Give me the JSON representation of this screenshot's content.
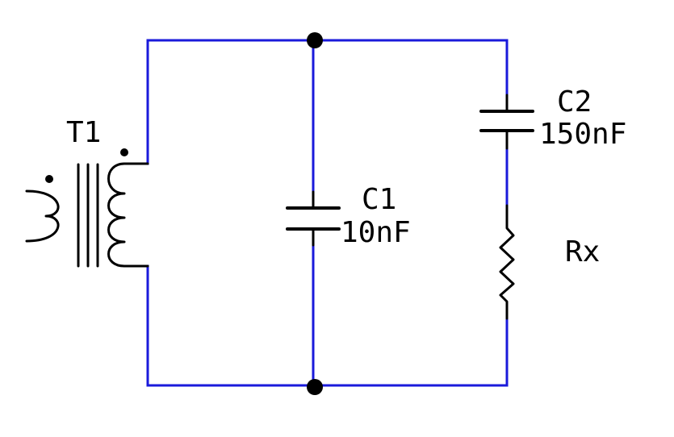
{
  "colors": {
    "wire": "#1a1adb",
    "component": "#000000",
    "background": "#ffffff"
  },
  "components": {
    "t1": {
      "ref": "T1"
    },
    "c1": {
      "ref": "C1",
      "value": "10nF"
    },
    "c2": {
      "ref": "C2",
      "value": "150nF"
    },
    "rx": {
      "ref": "Rx"
    }
  }
}
